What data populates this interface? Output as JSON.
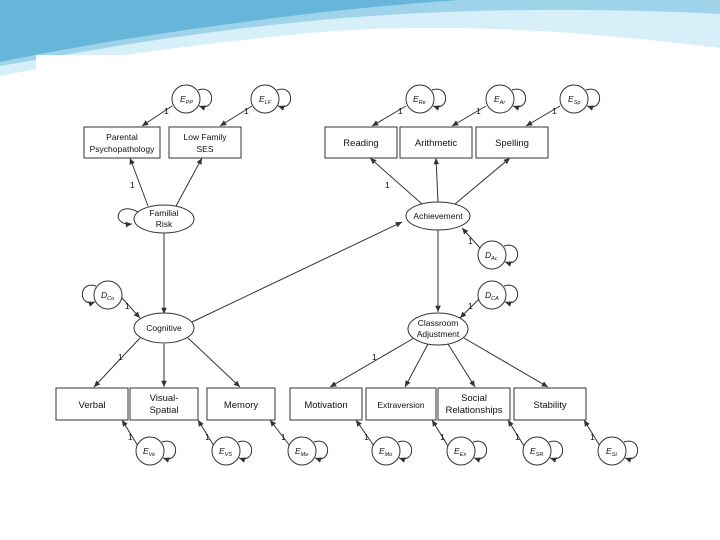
{
  "colors": {
    "background": "#ffffff",
    "wave_light": "#d7eff8",
    "wave_mid": "#9fd3ea",
    "wave_dark": "#5aaed6",
    "line": "#333333"
  },
  "diagram": {
    "observed": {
      "parental": [
        "Parental",
        "Psychopathology"
      ],
      "lowses": [
        "Low Family",
        "SES"
      ],
      "reading": "Reading",
      "arithmetic": "Arithmetic",
      "spelling": "Spelling",
      "verbal": "Verbal",
      "visual": [
        "Visual-",
        "Spatial"
      ],
      "memory": "Memory",
      "motivation": "Motivation",
      "extraversion": "Extraversion",
      "social": [
        "Social",
        "Relationships"
      ],
      "stability": "Stability"
    },
    "latent": {
      "familial": [
        "Familial",
        "Risk"
      ],
      "cognitive": "Cognitive",
      "achievement": "Achievement",
      "classroom": [
        "Classroom",
        "Adjustment"
      ]
    },
    "errors": {
      "epp": {
        "main": "E",
        "sub": "PP"
      },
      "elf": {
        "main": "E",
        "sub": "LF"
      },
      "ere": {
        "main": "E",
        "sub": "Re"
      },
      "ear": {
        "main": "E",
        "sub": "Ar"
      },
      "esp": {
        "main": "E",
        "sub": "Sp"
      },
      "dac": {
        "main": "D",
        "sub": "Ac"
      },
      "dca": {
        "main": "D",
        "sub": "CA"
      },
      "dco": {
        "main": "D",
        "sub": "Co"
      },
      "eve": {
        "main": "E",
        "sub": "Ve"
      },
      "evs": {
        "main": "E",
        "sub": "VS"
      },
      "eme": {
        "main": "E",
        "sub": "Me"
      },
      "emo": {
        "main": "E",
        "sub": "Mo"
      },
      "eex": {
        "main": "E",
        "sub": "Ex"
      },
      "esr": {
        "main": "E",
        "sub": "SR"
      },
      "est": {
        "main": "E",
        "sub": "St"
      }
    },
    "path_label": "1"
  }
}
